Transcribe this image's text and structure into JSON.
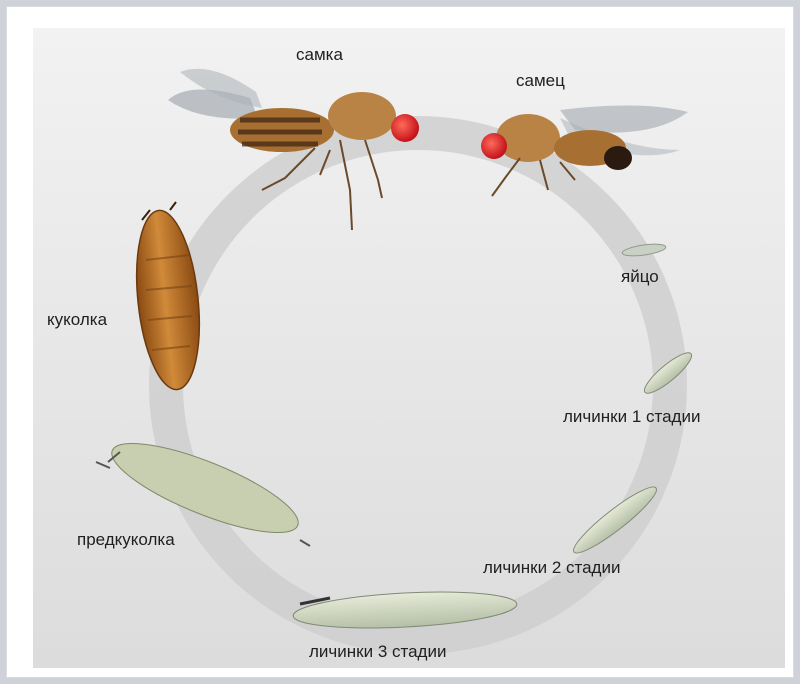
{
  "diagram": {
    "labels": {
      "female": "самка",
      "male": "самец",
      "egg": "яйцо",
      "larva1": "личинки 1 стадии",
      "larva2": "личинки 2 стадии",
      "larva3": "личинки 3 стадии",
      "prepupa": "предкуколка",
      "pupa": "куколка"
    },
    "colors": {
      "ring": "#cfcfcf",
      "fly_body": "#b07a3a",
      "fly_eye": "#e0262a",
      "larva": "#cdd5c4",
      "pupa": "#b66a1c"
    }
  }
}
